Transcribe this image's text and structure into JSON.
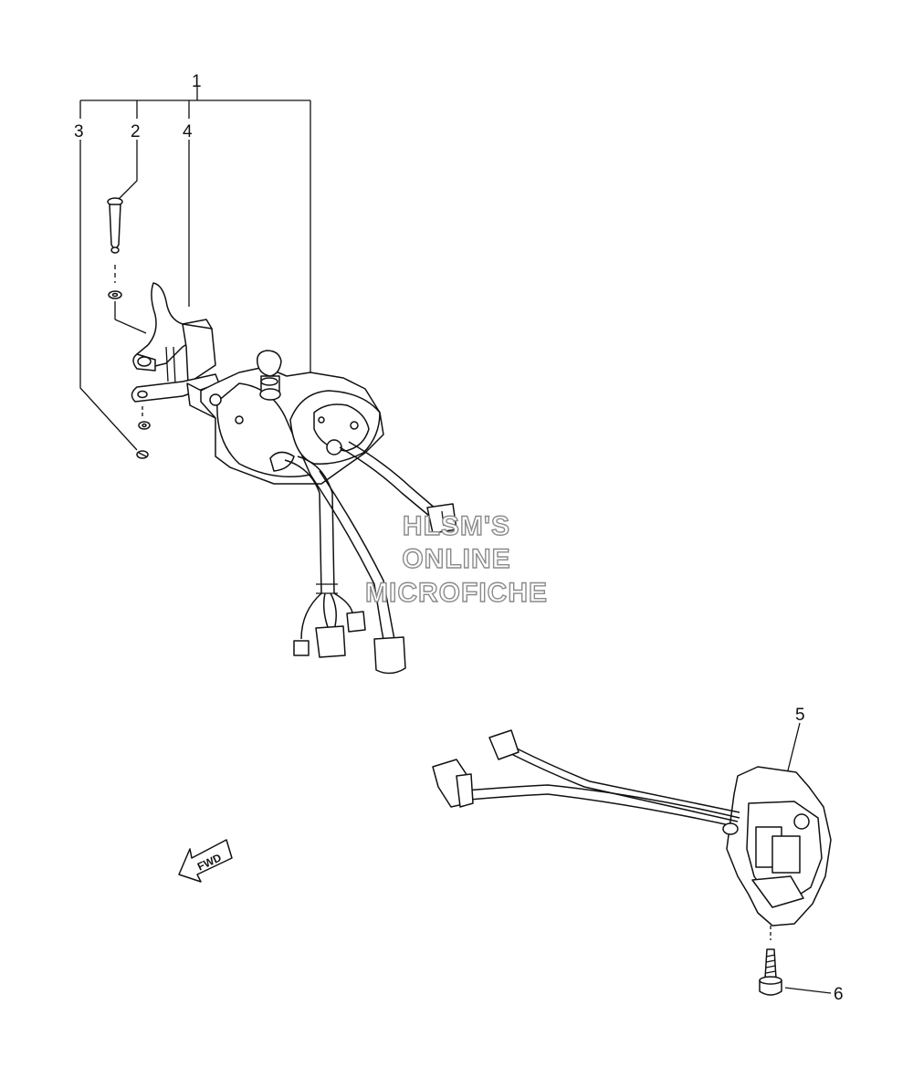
{
  "callouts": {
    "c1": "1",
    "c2": "2",
    "c3": "3",
    "c4": "4",
    "c5": "5",
    "c6": "6"
  },
  "watermark": {
    "line1": "HLSM'S",
    "line2": "ONLINE",
    "line3": "MICROFICHE"
  },
  "direction_label": "FWD"
}
